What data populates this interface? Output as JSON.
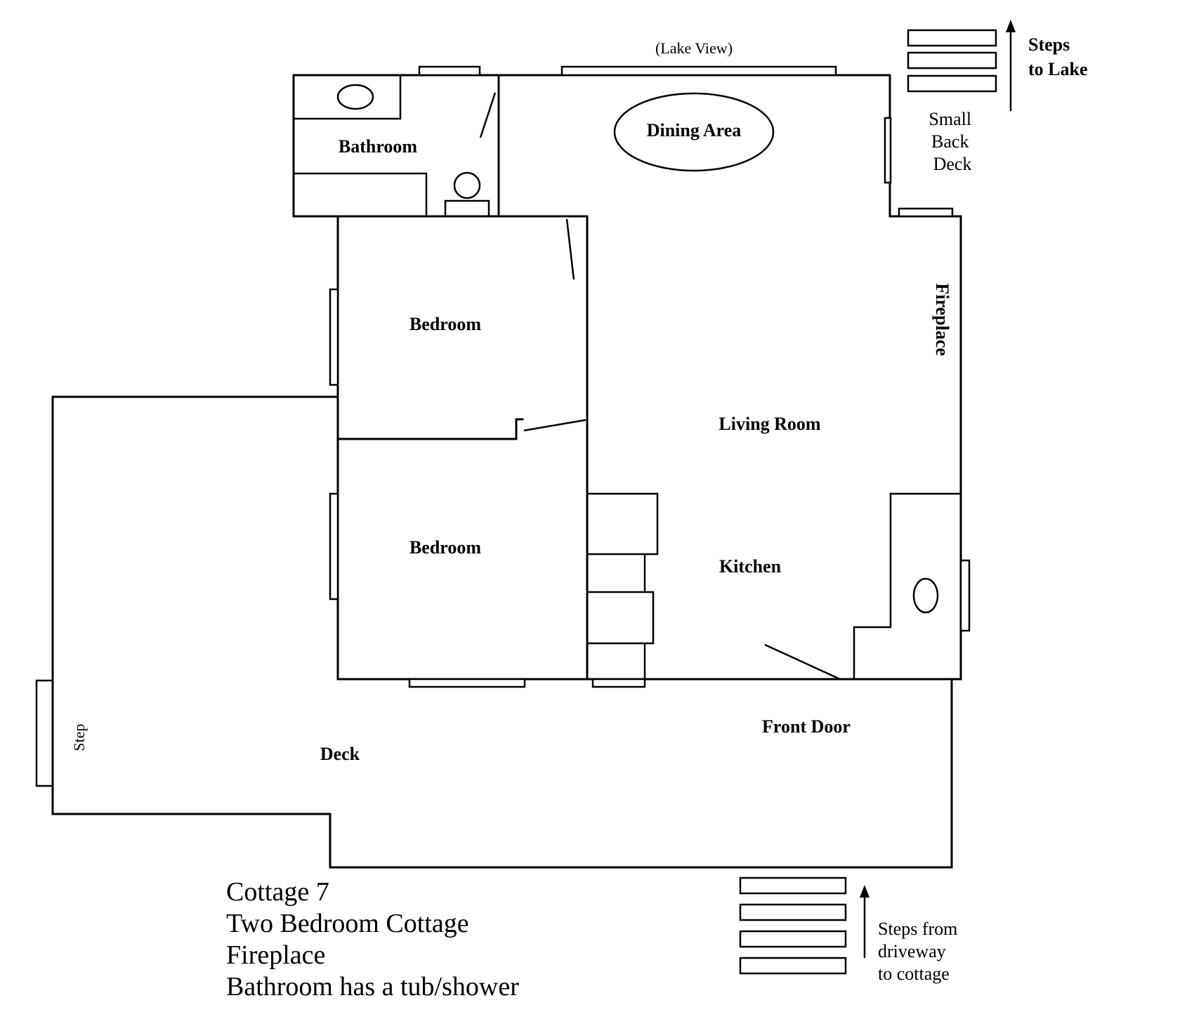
{
  "rooms": {
    "bathroom": "Bathroom",
    "dining_area": "Dining Area",
    "bedroom_1": "Bedroom",
    "bedroom_2": "Bedroom",
    "living_room": "Living Room",
    "kitchen": "Kitchen",
    "fireplace": "Fireplace",
    "front_door": "Front Door",
    "deck": "Deck",
    "step": "Step"
  },
  "annotations": {
    "lake_view": "(Lake View)",
    "steps_to_lake": [
      "Steps",
      "to Lake"
    ],
    "small_back_deck": [
      "Small",
      "Back",
      "Deck"
    ],
    "steps_from_driveway": [
      "Steps from",
      "driveway",
      "to cottage"
    ]
  },
  "caption": {
    "line1": "Cottage 7",
    "line2": "Two Bedroom Cottage",
    "line3": "Fireplace",
    "line4": "Bathroom has a tub/shower"
  }
}
